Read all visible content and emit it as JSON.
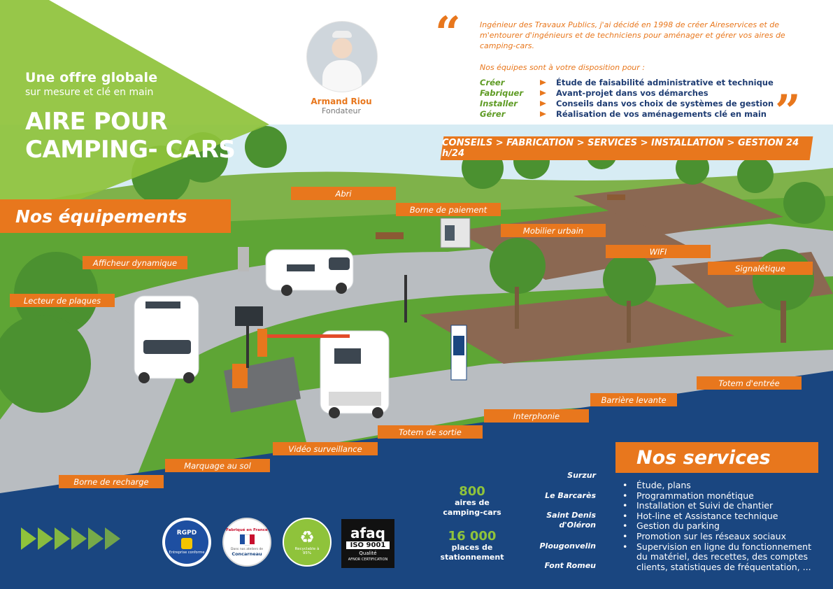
{
  "header": {
    "tagline_line1": "Une offre globale",
    "tagline_line2": "sur mesure et clé en main",
    "title_line1": "AIRE POUR",
    "title_line2": "CAMPING- CARS"
  },
  "founder": {
    "name": "Armand Riou",
    "role": "Fondateur"
  },
  "quote": {
    "text": "Ingénieur des Travaux Publics, j'ai décidé en 1998 de créer Aireservices et de m'entourer d'ingénieurs et de techniciens pour aménager et gérer vos aires de camping-cars.",
    "intro": "Nos équipes sont à votre disposition pour :",
    "steps": [
      {
        "verb": "Créer",
        "text": "Étude de faisabilité administrative et technique"
      },
      {
        "verb": "Fabriquer",
        "text": "Avant-projet dans vos démarches"
      },
      {
        "verb": "Installer",
        "text": "Conseils dans vos choix de systèmes de gestion"
      },
      {
        "verb": "Gérer",
        "text": "Réalisation de vos aménagements clé en main"
      }
    ]
  },
  "process_bar": "CONSEILS > FABRICATION > SERVICES > INSTALLATION > GESTION  24 h/24",
  "equipment": {
    "heading": "Nos équipements",
    "labels": {
      "abri": "Abri",
      "borne_paiement": "Borne de paiement",
      "mobilier": "Mobilier urbain",
      "wifi": "WIFI",
      "signaletique": "Signalétique",
      "afficheur": "Afficheur dynamique",
      "lecteur": "Lecteur de plaques",
      "totem_entree": "Totem d'entrée",
      "barriere": "Barrière levante",
      "interphonie": "Interphonie",
      "totem_sortie": "Totem de sortie",
      "video": "Vidéo surveillance",
      "marquage": "Marquage au sol",
      "borne_recharge": "Borne de recharge"
    }
  },
  "stats": [
    {
      "value": "800",
      "label": "aires de camping-cars"
    },
    {
      "value": "16 000",
      "label": "places de stationnement"
    }
  ],
  "locations": [
    "Surzur",
    "Le Barcarès",
    "Saint Denis d'Oléron",
    "Plougonvelin",
    "Font Romeu"
  ],
  "services": {
    "heading": "Nos services",
    "items": [
      "Étude, plans",
      "Programmation monétique",
      "Installation et Suivi de chantier",
      "Hot-line et Assistance technique",
      "Gestion du parking",
      "Promotion sur les réseaux sociaux",
      "Supervision en ligne du fonctionnement du matériel, des recettes, des comptes clients, statistiques de fréquentation, ..."
    ]
  },
  "badges": {
    "rgpd_title": "RGPD",
    "rgpd_sub": "Entreprise conforme",
    "fabrique_title": "Fabriqué en France",
    "fabrique_sub": "Dans nos ateliers de",
    "fabrique_city": "Concarneau",
    "recyclable": "Recyclable à 95%",
    "afaq_title": "afaq",
    "afaq_iso": "ISO 9001",
    "afaq_qualite": "Qualité",
    "afaq_cert": "AFNOR CERTIFICATION"
  },
  "colors": {
    "orange": "#e8771d",
    "green": "#8fc33b",
    "navy": "#1a4680",
    "dark_navy": "#1f3d73"
  }
}
